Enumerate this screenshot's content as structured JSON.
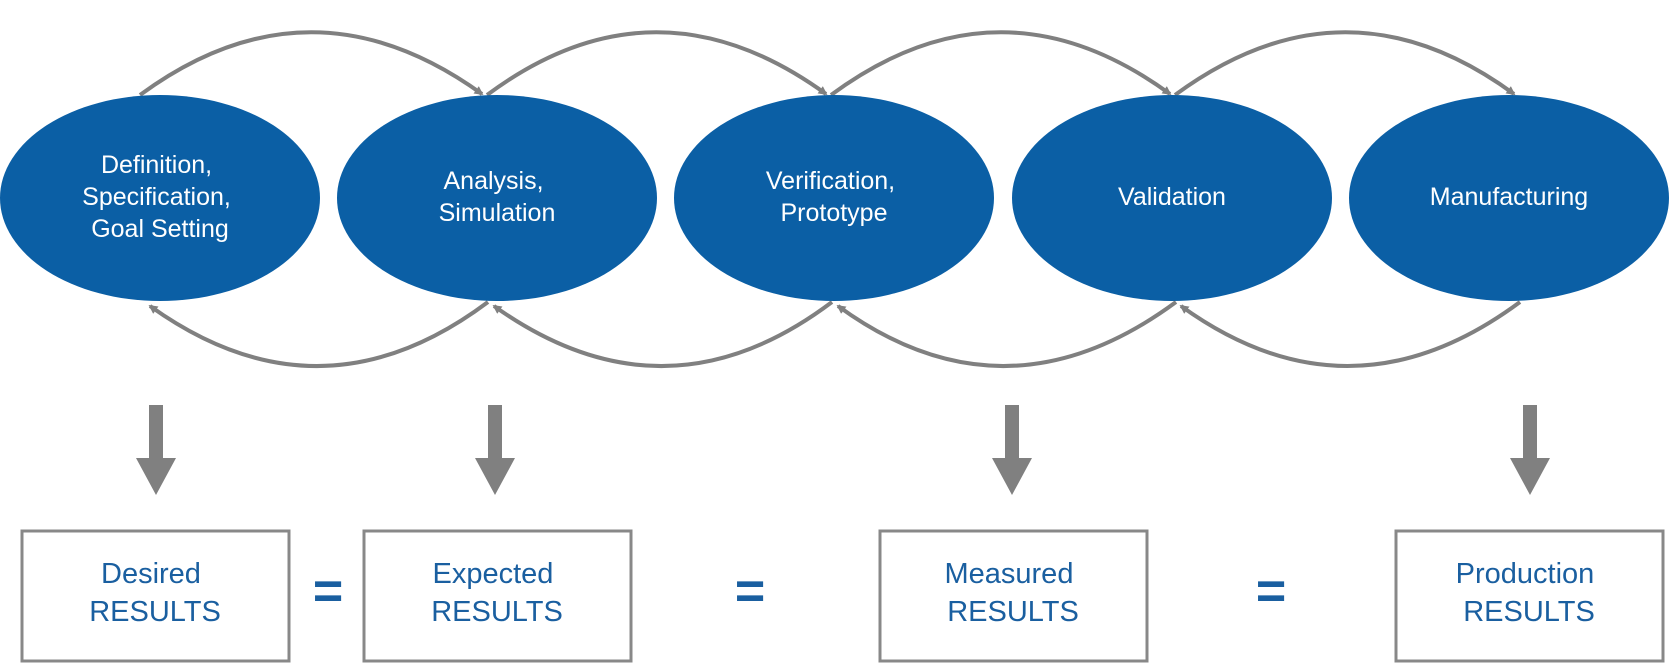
{
  "colors": {
    "stage_fill": "#0b5fa5",
    "stage_text": "#ffffff",
    "arrow": "#808080",
    "result_text": "#1a5fa0",
    "box_border": "#888888"
  },
  "stages": [
    {
      "lines": [
        "Definition,",
        "Specification,",
        "Goal Setting"
      ]
    },
    {
      "lines": [
        "Analysis,",
        "Simulation"
      ]
    },
    {
      "lines": [
        "Verification,",
        "Prototype"
      ]
    },
    {
      "lines": [
        "Validation"
      ]
    },
    {
      "lines": [
        "Manufacturing"
      ]
    }
  ],
  "results": [
    {
      "stage_index": 0,
      "lines": [
        "Desired",
        "RESULTS"
      ]
    },
    {
      "stage_index": 1,
      "lines": [
        "Expected",
        "RESULTS"
      ]
    },
    {
      "stage_index": 2,
      "lines": [
        "Measured",
        "RESULTS"
      ]
    },
    {
      "stage_index": 4,
      "lines": [
        "Production",
        "RESULTS"
      ]
    }
  ],
  "equals": [
    "=",
    "=",
    "="
  ]
}
